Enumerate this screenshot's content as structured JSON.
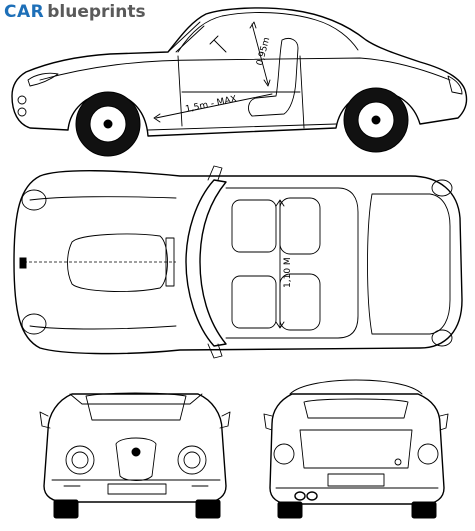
{
  "brand": {
    "word1": "CAR",
    "word2": "blueprints"
  },
  "dimensions": {
    "side_roof": "0,95m",
    "side_seat": "1,5m - MAX",
    "top_interior": "1,10 M"
  }
}
